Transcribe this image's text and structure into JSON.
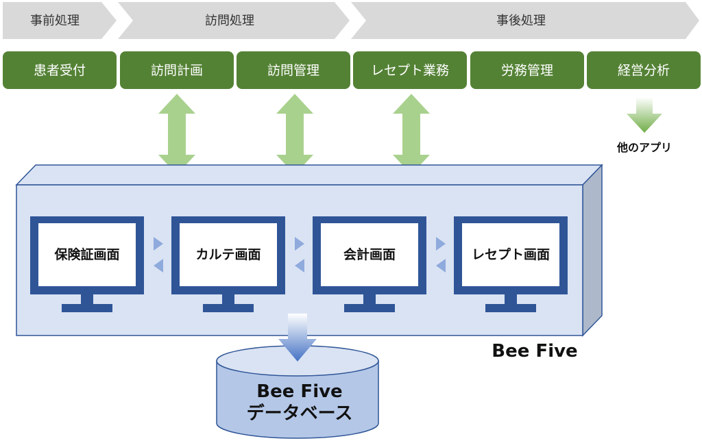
{
  "phases": [
    {
      "label": "事前処理"
    },
    {
      "label": "訪問処理"
    },
    {
      "label": "事後処理"
    }
  ],
  "modules": [
    {
      "label": "患者受付"
    },
    {
      "label": "訪問計画"
    },
    {
      "label": "訪問管理"
    },
    {
      "label": "レセプト業務"
    },
    {
      "label": "労務管理"
    },
    {
      "label": "経営分析"
    }
  ],
  "other_apps": {
    "label": "他のアプリ"
  },
  "system": {
    "label": "Bee Five"
  },
  "screens": [
    {
      "label": "保険証画面"
    },
    {
      "label": "カルテ画面"
    },
    {
      "label": "会計画面"
    },
    {
      "label": "レセプト画面"
    }
  ],
  "database": {
    "line1": "Bee Five",
    "line2": "データベース"
  },
  "colors": {
    "phase_fill": "#d9d9d9",
    "module_fill": "#548235",
    "exchange_arrow": "#a9d18e",
    "box_front": "#dae3f3",
    "box_side": "#adb9ca",
    "box_border": "#2f5597",
    "monitor": "#2f5597",
    "db_fill": "#b4c7e7",
    "db_top": "#dae3f3"
  }
}
